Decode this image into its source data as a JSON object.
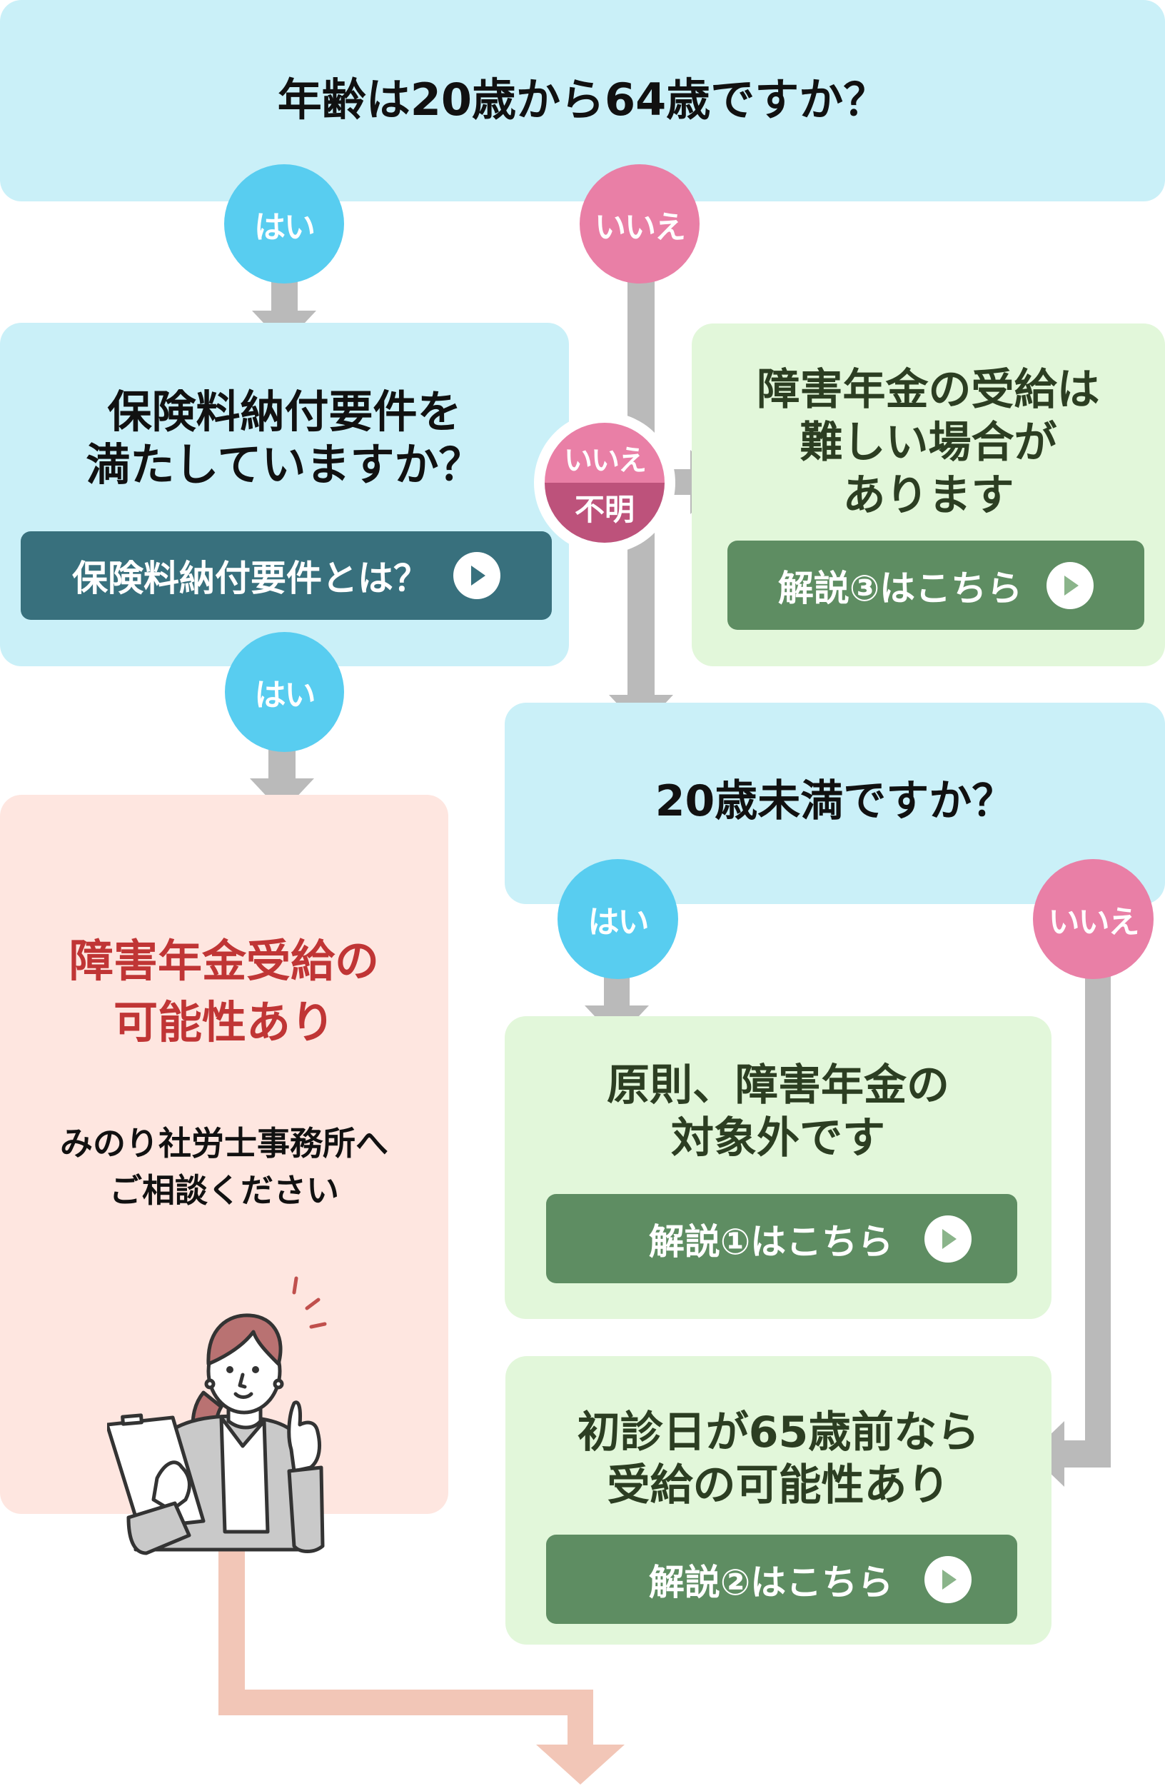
{
  "colors": {
    "question_bg": "#caf0f8",
    "result_bg": "#e2f7da",
    "positive_bg": "#fee6e0",
    "yes": "#58cdf0",
    "no": "#e97fa6",
    "no_unknown_dark": "#bd527b",
    "arrow_gray": "#bababa",
    "arrow_salmon": "#f2c6b7",
    "teal_button": "#38707d",
    "green_button": "#5e8d62",
    "dark_green_text": "#2c3e22",
    "red_text": "#c03535"
  },
  "q1": {
    "text": "年齢は20歳から64歳ですか？"
  },
  "q1_yes": {
    "label": "はい"
  },
  "q1_no": {
    "label": "いいえ"
  },
  "q2": {
    "lines": [
      "保険料納付要件を",
      "満たしていますか？"
    ],
    "button_label": "保険料納付要件とは？"
  },
  "q2_no_unknown": {
    "top": "いいえ",
    "bottom": "不明"
  },
  "result_difficult": {
    "lines": [
      "障害年金の受給は",
      "難しい場合が",
      "あります"
    ],
    "button_label": "解説③はこちら"
  },
  "q2_yes": {
    "label": "はい"
  },
  "result_possible": {
    "heading_lines": [
      "障害年金受給の",
      "可能性あり"
    ],
    "sub_lines": [
      "みのり社労士事務所へ",
      "ご相談ください"
    ],
    "illustration": "woman-pointing-with-clipboard"
  },
  "q3": {
    "text": "20歳未満ですか？"
  },
  "q3_yes": {
    "label": "はい"
  },
  "q3_no": {
    "label": "いいえ"
  },
  "result_excluded": {
    "lines": [
      "原則、障害年金の",
      "対象外です"
    ],
    "button_label": "解説①はこちら"
  },
  "result_first_visit": {
    "lines": [
      "初診日が65歳前なら",
      "受給の可能性あり"
    ],
    "button_label": "解説②はこちら"
  }
}
